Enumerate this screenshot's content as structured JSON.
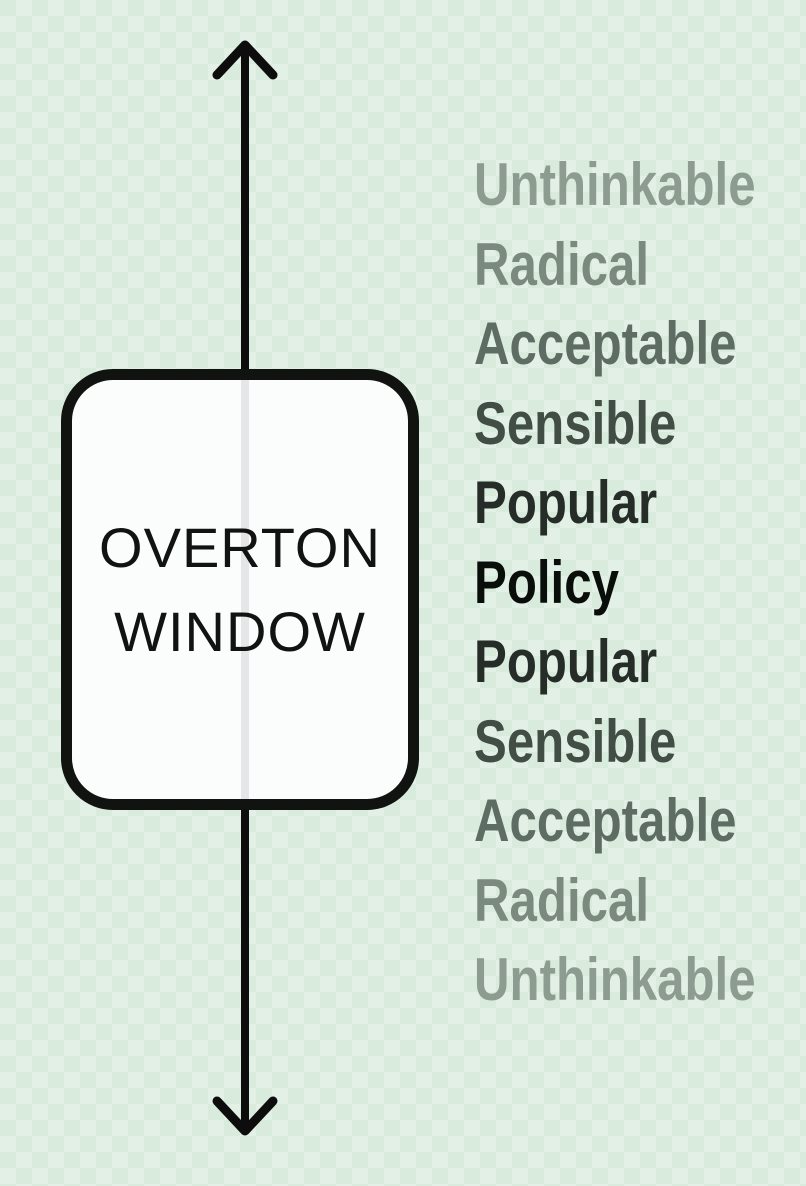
{
  "diagram": {
    "name": "overton-window-diagram",
    "title_line1": "OVERTON",
    "title_line2": "WINDOW"
  },
  "ladder": {
    "items": [
      {
        "label": "Unthinkable",
        "color": "#8d9c91"
      },
      {
        "label": "Radical",
        "color": "#7b8a7f"
      },
      {
        "label": "Acceptable",
        "color": "#5e6d63"
      },
      {
        "label": "Sensible",
        "color": "#424e45"
      },
      {
        "label": "Popular",
        "color": "#262d28"
      },
      {
        "label": "Policy",
        "color": "#0a0e0b"
      },
      {
        "label": "Popular",
        "color": "#262d28"
      },
      {
        "label": "Sensible",
        "color": "#424e45"
      },
      {
        "label": "Acceptable",
        "color": "#5e6d63"
      },
      {
        "label": "Radical",
        "color": "#7b8a7f"
      },
      {
        "label": "Unthinkable",
        "color": "#8d9c91"
      }
    ]
  },
  "icons": {
    "arrow_up": "arrow-up-icon",
    "arrow_down": "arrow-down-icon"
  },
  "colors": {
    "background_check_dark": "#d9ebdd",
    "background_check_light": "#e2f0e5",
    "arrow": "#0d0d0d",
    "box_border": "#101310",
    "box_fill": "#fafdfb",
    "inner_line": "#e6e6e8",
    "title_text": "#121212"
  }
}
